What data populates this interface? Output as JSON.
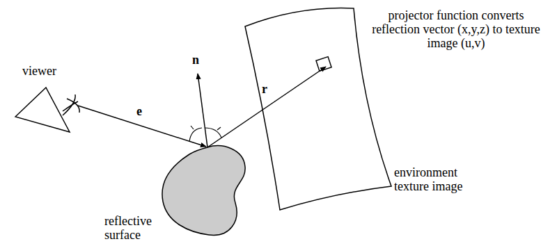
{
  "diagram": {
    "labels": [
      "viewer",
      "e",
      "n",
      "r",
      "reflective surface",
      "environment texture image",
      "projector function converts reflection vector (x,y,z) to texture image (u,v)"
    ]
  }
}
